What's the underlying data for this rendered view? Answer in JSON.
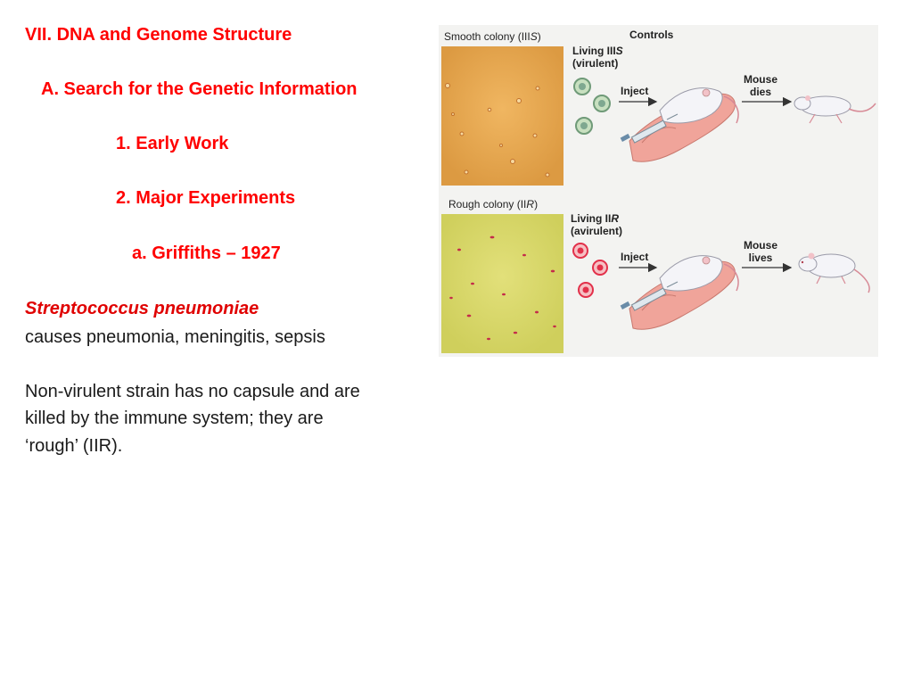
{
  "slide": {
    "heading": "VII. DNA and Genome Structure",
    "subheading": "A. Search for the Genetic Information",
    "item1": "1. Early Work",
    "item2": "2. Major Experiments",
    "item2a": "a. Griffiths – 1927",
    "organism": "Streptococcus pneumoniae",
    "causes": "causes pneumonia, meningitis, sepsis",
    "paragraph_lines": [
      "Non-virulent strain has no capsule and are",
      "killed by the immune system; they are",
      "‘rough’ (IIR)."
    ]
  },
  "figure": {
    "controls_label": "Controls",
    "top": {
      "colony_prefix": "Smooth colony (III",
      "colony_italic": "S",
      "colony_suffix": ")",
      "strain_prefix": "Living III",
      "strain_italic": "S",
      "strain_note": "(virulent)",
      "action": "Inject",
      "outcome_line1": "Mouse",
      "outcome_line2": "dies"
    },
    "bottom": {
      "colony_prefix": "Rough colony (II",
      "colony_italic": "R",
      "colony_suffix": ")",
      "strain_prefix": "Living II",
      "strain_italic": "R",
      "strain_note": "(avirulent)",
      "action": "Inject",
      "outcome_line1": "Mouse",
      "outcome_line2": "lives"
    },
    "colors": {
      "smooth_plate": "#e8a84e",
      "rough_plate": "#d8d66a",
      "cell_s": "#7fa890",
      "cell_r": "#e2304a",
      "hand": "#f0a49a",
      "mouse": "#f4f4f8"
    }
  }
}
